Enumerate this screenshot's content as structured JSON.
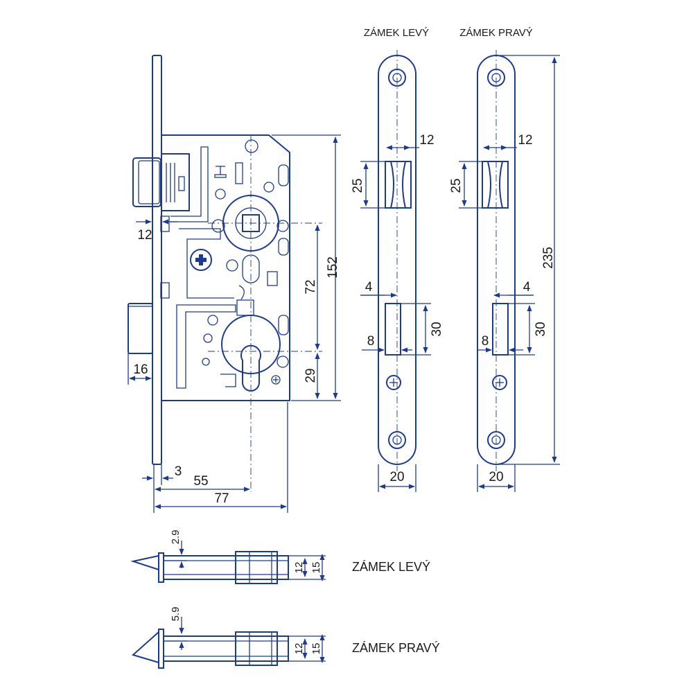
{
  "colors": {
    "line": "#1c3a8f",
    "text": "#1a1a1a",
    "background": "#ffffff"
  },
  "strike_plates": {
    "left_title": "ZÁMEK LEVÝ",
    "right_title": "ZÁMEK PRAVÝ"
  },
  "dimensions": {
    "lock_body": {
      "latch_offset": "12",
      "bolt_projection": "16",
      "faceplate_thickness": "3",
      "backset": "55",
      "body_depth": "77",
      "body_height": "152",
      "handle_to_cylinder": "72",
      "cylinder_to_bottom": "29"
    },
    "strike_left": {
      "latch_width": "12",
      "latch_height": "25",
      "bolt_gap": "4",
      "bolt_width": "8",
      "bolt_height": "30",
      "plate_width": "20"
    },
    "strike_right": {
      "latch_width": "12",
      "latch_height": "25",
      "bolt_gap": "4",
      "bolt_width": "8",
      "bolt_height": "30",
      "plate_width": "20",
      "plate_height": "235"
    },
    "latch_left": {
      "offset": "2.9",
      "inner": "12",
      "outer": "15"
    },
    "latch_right": {
      "offset": "5.9",
      "inner": "12",
      "outer": "15"
    }
  },
  "latch_views": {
    "left_label": "ZÁMEK LEVÝ",
    "right_label": "ZÁMEK PRAVÝ"
  }
}
